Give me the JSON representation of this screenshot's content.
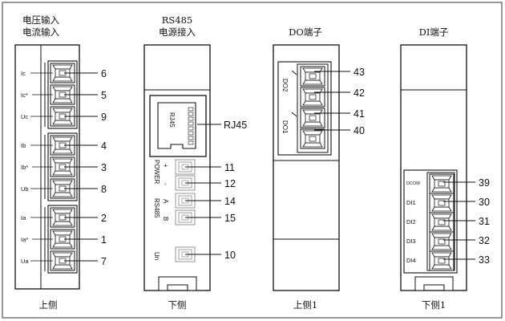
{
  "module1": {
    "title_line1": "电压输入",
    "title_line2": "电流输入",
    "footer": "上侧",
    "groups": [
      {
        "terminals": [
          {
            "label": "Ic",
            "number": "6"
          },
          {
            "label": "Ic*",
            "number": "5"
          },
          {
            "label": "Uc",
            "number": "9"
          }
        ]
      },
      {
        "terminals": [
          {
            "label": "Ib",
            "number": "4"
          },
          {
            "label": "Ib*",
            "number": "3"
          },
          {
            "label": "Ub",
            "number": "8"
          }
        ]
      },
      {
        "terminals": [
          {
            "label": "Ia",
            "number": "2"
          },
          {
            "label": "Ia*",
            "number": "1"
          },
          {
            "label": "Ua",
            "number": "7"
          }
        ]
      }
    ]
  },
  "module2": {
    "title_line1": "RS485",
    "title_line2": "电源接入",
    "footer": "下侧",
    "rj45_port_label": "RJ45",
    "rj45_callout": "RJ45",
    "power_label": "POWER",
    "rs485_label": "RS485",
    "un_label": "Un",
    "plus_sign": "+",
    "minus_sign": "-",
    "a_label": "A",
    "b_label": "B",
    "terminals": [
      "11",
      "12",
      "14",
      "15",
      "10"
    ]
  },
  "module3": {
    "title": "DO端子",
    "footer": "上侧1",
    "do2_label": "DO2",
    "do1_label": "DO1",
    "terminals": [
      "43",
      "42",
      "41",
      "40"
    ]
  },
  "module4": {
    "title": "DI端子",
    "footer": "下侧1",
    "terminals": [
      {
        "label": "DCOM",
        "number": "39"
      },
      {
        "label": "DI1",
        "number": "30"
      },
      {
        "label": "DI2",
        "number": "31"
      },
      {
        "label": "DI3",
        "number": "32"
      },
      {
        "label": "DI4",
        "number": "33"
      }
    ]
  }
}
